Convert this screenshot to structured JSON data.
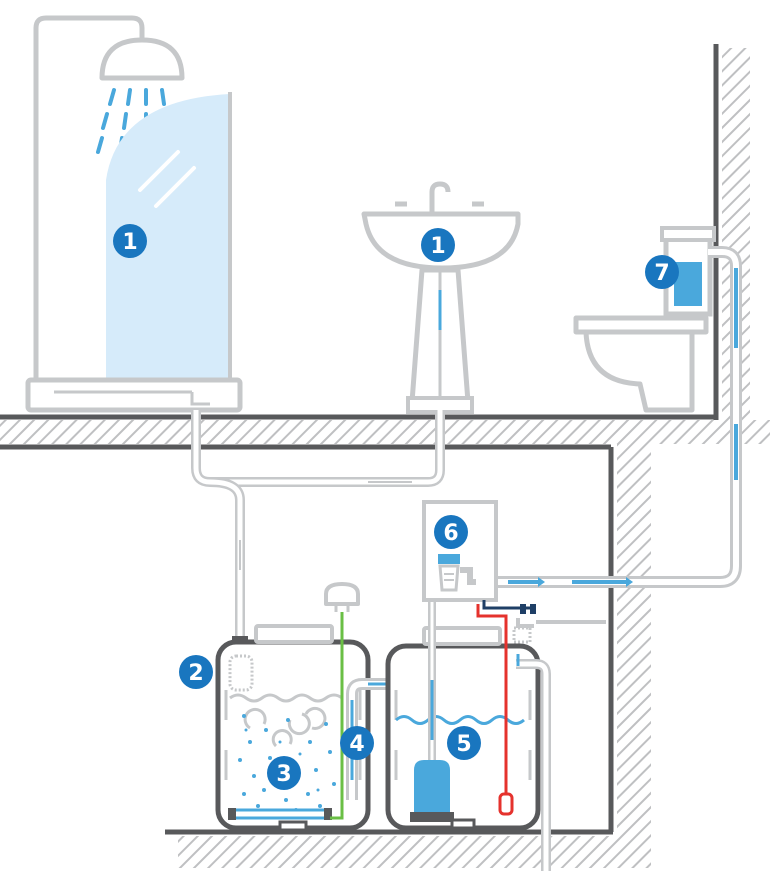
{
  "colors": {
    "outline": "#58595b",
    "fixture": "#c6c8ca",
    "fixture_fill": "#ffffff",
    "glass": "#d6ebfa",
    "water_blue": "#4aa8dc",
    "badge": "#1976bf",
    "green_pipe": "#6abf45",
    "red_wire": "#e5322d",
    "hatch": "#b8b9bb",
    "dark_blue": "#1f3f66"
  },
  "badges": [
    {
      "id": "shower",
      "label": "1"
    },
    {
      "id": "sink",
      "label": "1"
    },
    {
      "id": "filter",
      "label": "2"
    },
    {
      "id": "aeration-tank",
      "label": "3"
    },
    {
      "id": "overflow-pipe",
      "label": "4"
    },
    {
      "id": "clean-tank",
      "label": "5"
    },
    {
      "id": "control-unit",
      "label": "6"
    },
    {
      "id": "toilet-cistern",
      "label": "7"
    }
  ]
}
